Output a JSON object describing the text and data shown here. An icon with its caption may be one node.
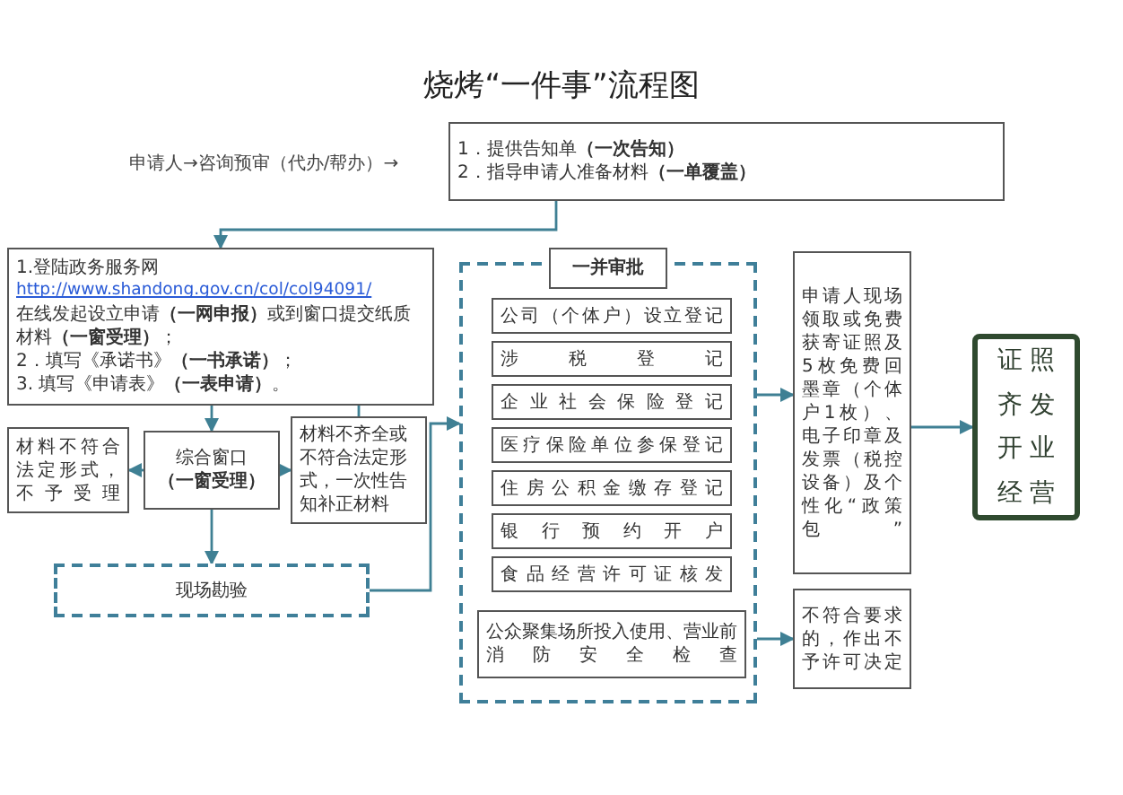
{
  "diagram": {
    "title": "烧烤“一件事”流程图",
    "nodes": [
      {
        "text": [
          "1．提供告知单**（一次告知）**",
          "2．指导申请人准备材料**（一单覆盖）**"
        ]
      },
      {
        "text": [
          "1.登陆政务服务网",
          "http://www.shandong.gov.cn/col/col94091/",
          "在线发起设立申请**（一网申报）**或到窗口提交纸质材料**（一窗受理）**；",
          "2．填写《承诺书》**（一书承诺）**；",
          "3. 填写《申请表》**（一表申请）**。"
        ]
      },
      {
        "text": [
          "材料不符合法定形式，不予受理"
        ]
      },
      {
        "text": [
          "综合窗口",
          "（一窗受理）"
        ]
      },
      {
        "text": [
          "材料不齐全或不符合法定形式，一次性告知补正材料"
        ]
      },
      {
        "text": [
          "现场勘验"
        ]
      },
      {
        "text": [
          "一并审批"
        ]
      },
      {
        "text": [
          "公司（个体户）设立登记"
        ],
        "in": 6
      },
      {
        "text": [
          "涉税登记"
        ],
        "in": 6
      },
      {
        "text": [
          "企业社会保险登记"
        ],
        "in": 6
      },
      {
        "text": [
          "医疗保险单位参保登记"
        ],
        "in": 6
      },
      {
        "text": [
          "住房公积金缴存登记"
        ],
        "in": 6
      },
      {
        "text": [
          "银行预约开户"
        ],
        "in": 6
      },
      {
        "text": [
          "食品经营许可证核发"
        ],
        "in": 6
      },
      {
        "text": [
          "公众聚集场所投入使用、营业前消防安全检查"
        ],
        "in": 6
      },
      {
        "text": [
          "申请人现场领取或免费获寄证照及5枚免费回墨章（个体户1枚）、电子印章及发票（税控设备）及个性化“政策包”"
        ]
      },
      {
        "text": [
          "不符合要求的，作出不予许可决定"
        ]
      },
      {
        "text": [
          "证照齐发开业经营"
        ]
      }
    ],
    "edges": [
      {
        "from": 0,
        "to": 1,
        "arrow": "to"
      },
      {
        "from": 1,
        "to": 3,
        "arrow": "to"
      },
      {
        "from": 3,
        "to": 2,
        "arrow": "to"
      },
      {
        "from": 3,
        "to": 4,
        "arrow": "to"
      },
      {
        "from": 4,
        "to": 1,
        "arrow": "none"
      },
      {
        "from": 3,
        "to": 5,
        "arrow": "to"
      },
      {
        "from": 5,
        "to": 6,
        "arrow": "to"
      },
      {
        "from": 6,
        "to": 15,
        "arrow": "to"
      },
      {
        "from": 6,
        "to": 16,
        "arrow": "to"
      },
      {
        "from": 15,
        "to": 17,
        "arrow": "to"
      }
    ],
    "labels": [
      "申请人→咨询预审（代办/帮办）→"
    ]
  }
}
